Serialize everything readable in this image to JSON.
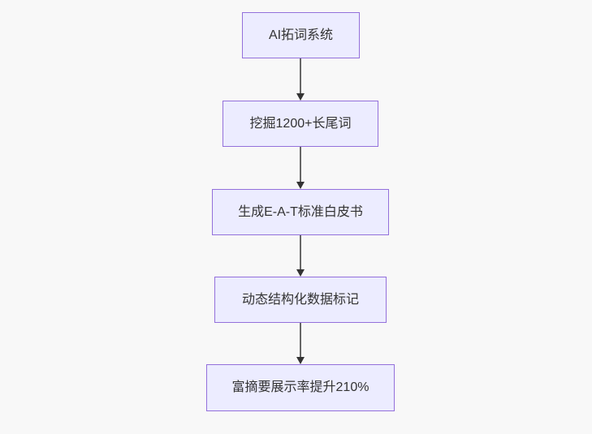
{
  "diagram": {
    "type": "flowchart",
    "direction": "top-down",
    "nodes": [
      {
        "id": "A",
        "label": "AI拓词系统"
      },
      {
        "id": "B",
        "label": "挖掘1200+长尾词"
      },
      {
        "id": "C",
        "label": "生成E-A-T标准白皮书"
      },
      {
        "id": "D",
        "label": "动态结构化数据标记"
      },
      {
        "id": "E",
        "label": "富摘要展示率提升210%"
      }
    ],
    "edges": [
      {
        "from": "A",
        "to": "B",
        "label": ""
      },
      {
        "from": "B",
        "to": "C",
        "label": ""
      },
      {
        "from": "C",
        "to": "D",
        "label": ""
      },
      {
        "from": "D",
        "to": "E",
        "label": ""
      }
    ],
    "colors": {
      "background": "#f8f8f8",
      "node_fill": "#ECECFF",
      "node_border": "#9370DB",
      "text": "#333333",
      "arrow_line": "#666666",
      "arrow_head": "#333333"
    }
  }
}
